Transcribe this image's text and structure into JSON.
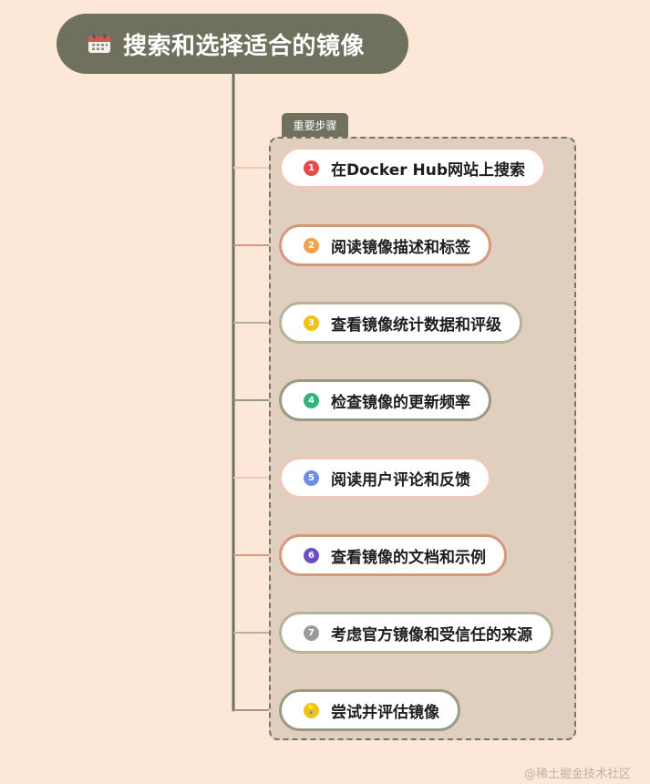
{
  "root": {
    "title": "搜索和选择适合的镜像",
    "icon": "calendar-icon",
    "color": "#6f715e"
  },
  "group": {
    "label": "重要步骤"
  },
  "steps": [
    {
      "num": "1",
      "label": "在Docker Hub网站上搜索",
      "badge_color": "#e84a4a",
      "border_color": "#efc9b8",
      "line_color": "#efc9b8"
    },
    {
      "num": "2",
      "label": "阅读镜像描述和标签",
      "badge_color": "#f2a14c",
      "border_color": "#d59a7e",
      "line_color": "#d59a7e"
    },
    {
      "num": "3",
      "label": "查看镜像统计数据和评级",
      "badge_color": "#f1c21b",
      "border_color": "#b6b39c",
      "line_color": "#b6b39c"
    },
    {
      "num": "4",
      "label": "检查镜像的更新频率",
      "badge_color": "#2fb57f",
      "border_color": "#9a9a82",
      "line_color": "#9a9a82"
    },
    {
      "num": "5",
      "label": "阅读用户评论和反馈",
      "badge_color": "#6b8fe6",
      "border_color": "#efc9b8",
      "line_color": "#efc9b8"
    },
    {
      "num": "6",
      "label": "查看镜像的文档和示例",
      "badge_color": "#6b4fc2",
      "border_color": "#d59a7e",
      "line_color": "#d59a7e"
    },
    {
      "num": "7",
      "label": "考虑官方镜像和受信任的来源",
      "badge_color": "#9a9a9a",
      "border_color": "#b6b39c",
      "line_color": "#b6b39c"
    },
    {
      "num": "💡",
      "label": "尝试并评估镜像",
      "badge_color": "#f1c21b",
      "border_color": "#9a9a82",
      "line_color": "#9a9a82"
    }
  ],
  "watermark": "@稀土掘金技术社区"
}
